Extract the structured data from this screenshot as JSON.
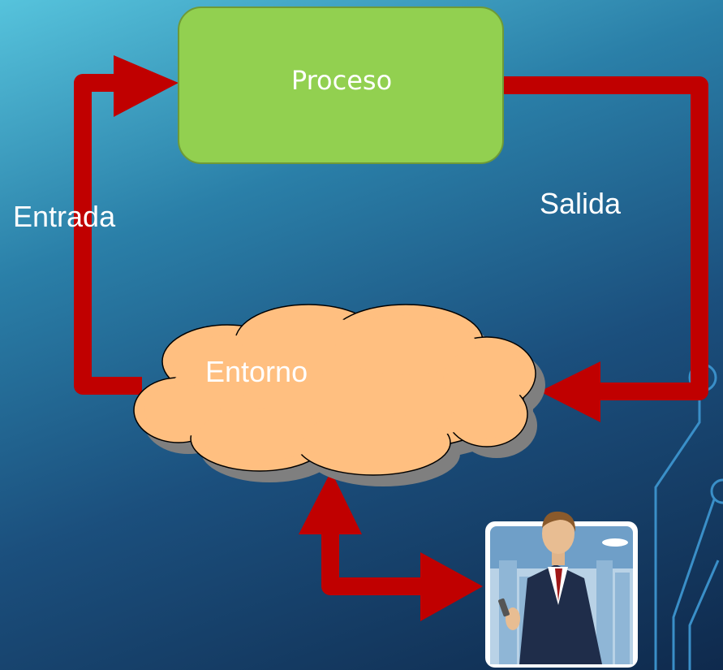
{
  "diagram": {
    "process_label": "Proceso",
    "input_label": "Entrada",
    "output_label": "Salida",
    "environment_label": "Entorno"
  },
  "colors": {
    "arrow": "#c00000",
    "process_fill": "#92d050",
    "process_stroke": "#6e9a37",
    "cloud_fill": "#ffbf80",
    "cloud_shadow": "#7f7f7f"
  },
  "icons": {
    "person": "businessman-with-phone-icon"
  }
}
